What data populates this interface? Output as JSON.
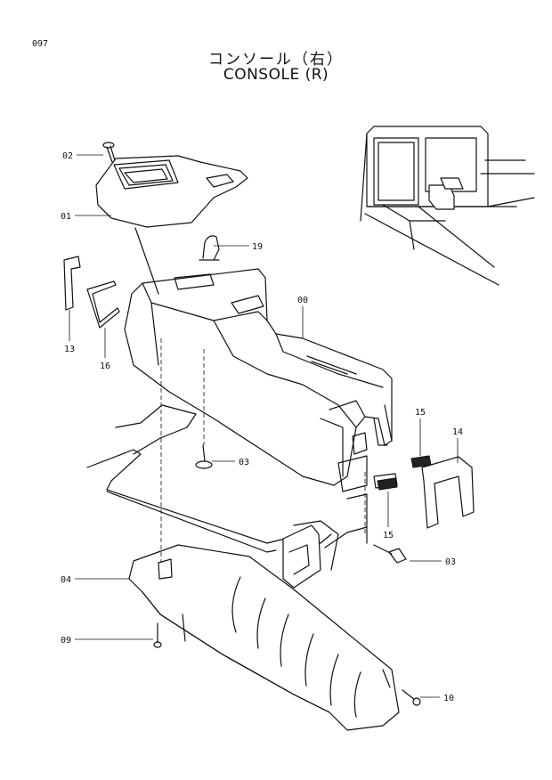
{
  "page_number": "097",
  "title_jp": "コンソール（右）",
  "title_en": "CONSOLE (R)",
  "callouts": {
    "c02": "02",
    "c01": "01",
    "c19": "19",
    "c00": "00",
    "c13": "13",
    "c16": "16",
    "c03a": "03",
    "c15a": "15",
    "c14": "14",
    "c15b": "15",
    "c03b": "03",
    "c04": "04",
    "c09": "09",
    "c10": "10"
  }
}
